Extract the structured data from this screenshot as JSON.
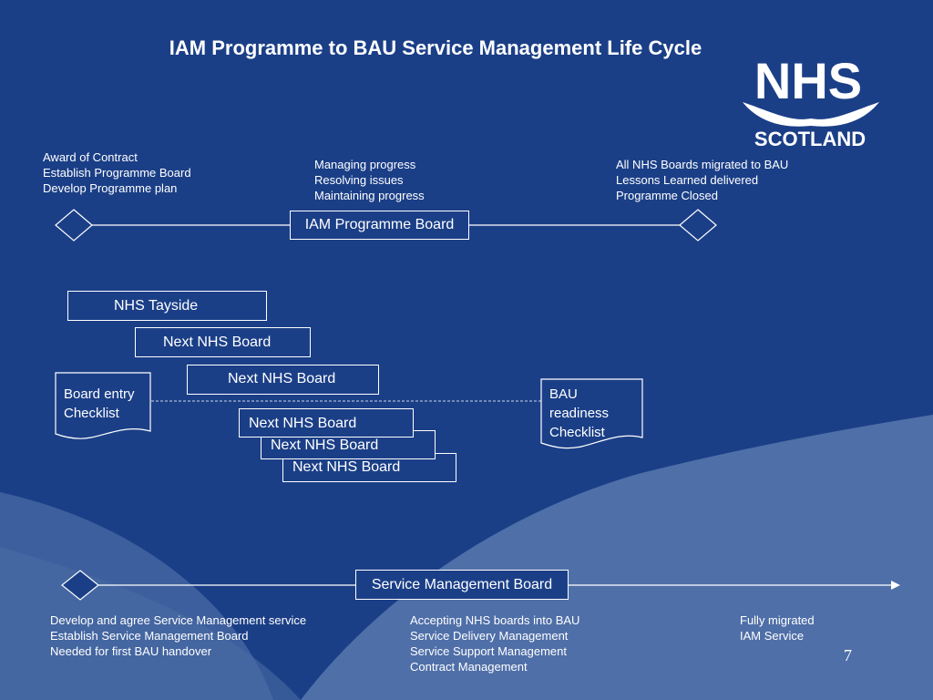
{
  "title": "IAM Programme to BAU Service Management Life Cycle",
  "logo": {
    "name": "NHS",
    "sub": "SCOTLAND"
  },
  "programme": {
    "left_notes": "Award of Contract\nEstablish Programme Board\nDevelop Programme plan",
    "middle_notes": "Managing progress\nResolving issues\nMaintaining progress",
    "right_notes": "All NHS Boards migrated to BAU\nLessons Learned delivered\nProgramme Closed",
    "board_label": "IAM Programme Board"
  },
  "boards": [
    "NHS Tayside",
    "Next NHS Board",
    "Next NHS Board",
    "Next NHS Board",
    "Next NHS Board",
    "Next NHS Board"
  ],
  "checklists": {
    "entry": "Board entry\nChecklist",
    "bau": "BAU\nreadiness\nChecklist"
  },
  "service": {
    "board_label": "Service Management Board",
    "left_notes": "Develop and agree Service Management service\nEstablish Service Management Board\nNeeded for first BAU handover",
    "middle_notes": "Accepting NHS boards into BAU\nService Delivery Management\nService Support Management\nContract Management",
    "right_notes": "Fully migrated\nIAM Service"
  },
  "page_number": "7",
  "colors": {
    "background": "#1b3f87",
    "wave": "#4f6fa8",
    "line": "#ffffff"
  }
}
